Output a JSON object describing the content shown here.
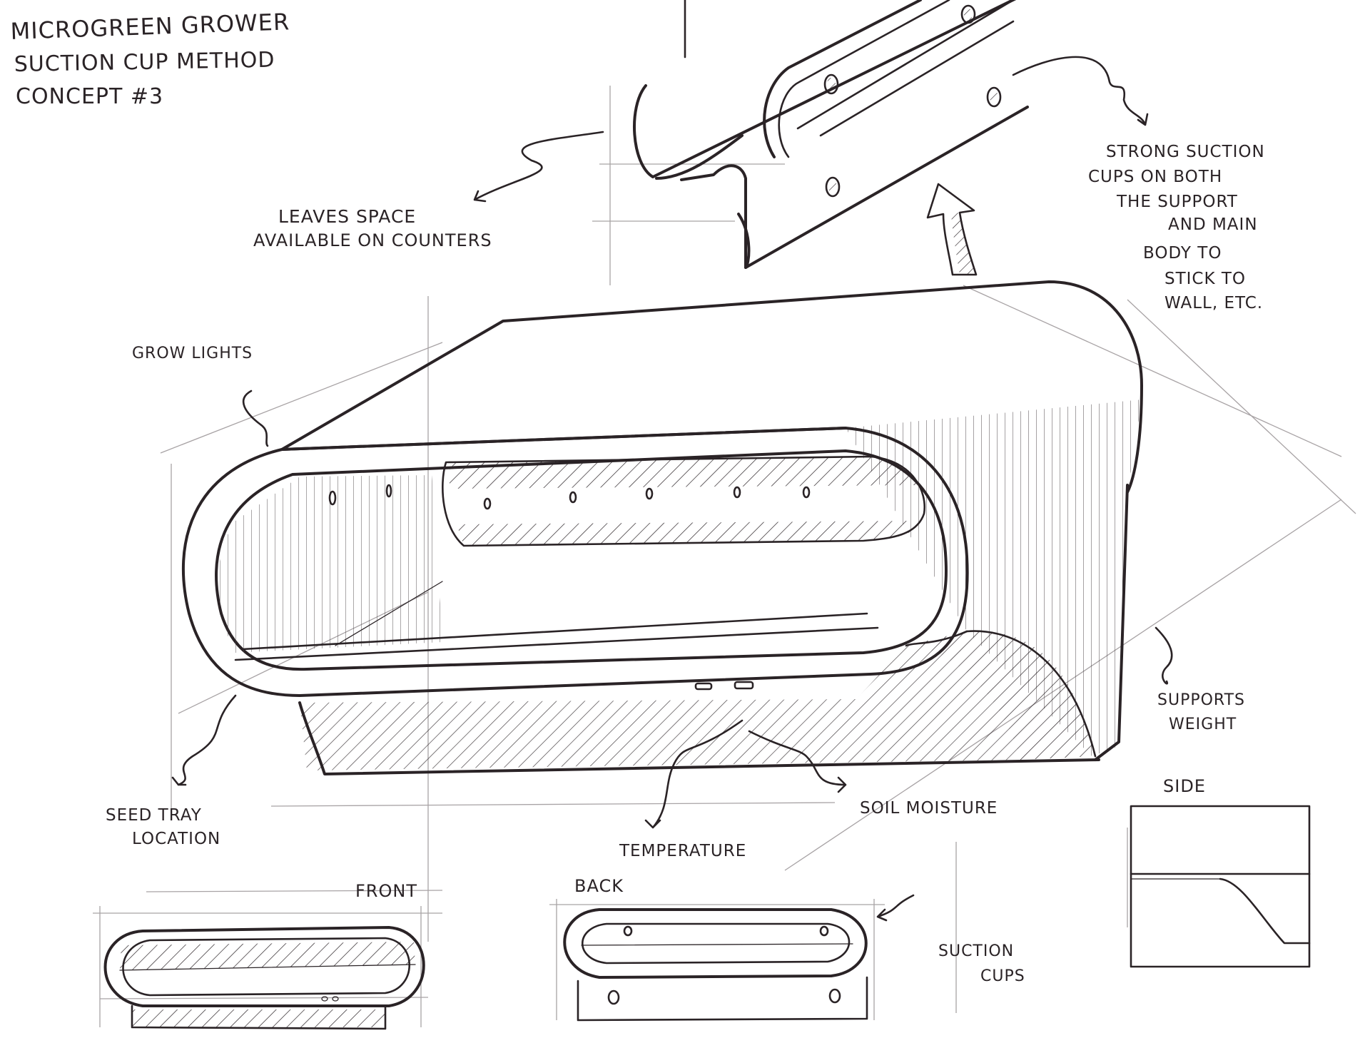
{
  "title_block": {
    "line1": "MICROGREEN GROWER",
    "line2": "SUCTION CUP METHOD",
    "line3": "CONCEPT #3"
  },
  "callouts": {
    "leaves_space_1": "LEAVES SPACE",
    "leaves_space_2": "AVAILABLE ON COUNTERS",
    "strong_suction_1": "STRONG SUCTION",
    "strong_suction_2": "CUPS ON BOTH",
    "strong_suction_3": "THE SUPPORT",
    "strong_suction_4": "AND MAIN",
    "strong_suction_5": "BODY TO",
    "strong_suction_6": "STICK TO",
    "strong_suction_7": "WALL, ETC.",
    "grow_lights": "GROW LIGHTS",
    "supports_weight_1": "SUPPORTS",
    "supports_weight_2": "WEIGHT",
    "seed_tray_1": "SEED TRAY",
    "seed_tray_2": "LOCATION",
    "soil_moisture": "SOIL MOISTURE",
    "temperature": "TEMPERATURE",
    "suction_cups_1": "SUCTION",
    "suction_cups_2": "CUPS"
  },
  "views": {
    "front": "FRONT",
    "back": "BACK",
    "side": "SIDE"
  },
  "colors": {
    "ink": "#2a2326",
    "guide": "#a8a3a5",
    "paper": "#ffffff"
  }
}
